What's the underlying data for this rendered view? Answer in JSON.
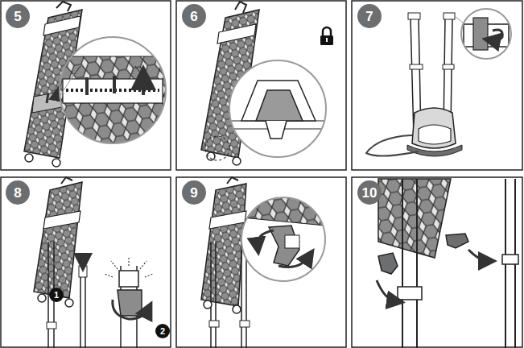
{
  "diagram": {
    "nodes": [
      {
        "text": [
          "5"
        ]
      },
      {
        "text": [
          "6"
        ]
      },
      {
        "text": [
          "7"
        ]
      },
      {
        "text": [
          "8"
        ]
      },
      {
        "text": [
          "1"
        ]
      },
      {
        "text": [
          "2"
        ]
      },
      {
        "text": [
          "9"
        ]
      },
      {
        "text": [
          "10"
        ]
      }
    ]
  }
}
